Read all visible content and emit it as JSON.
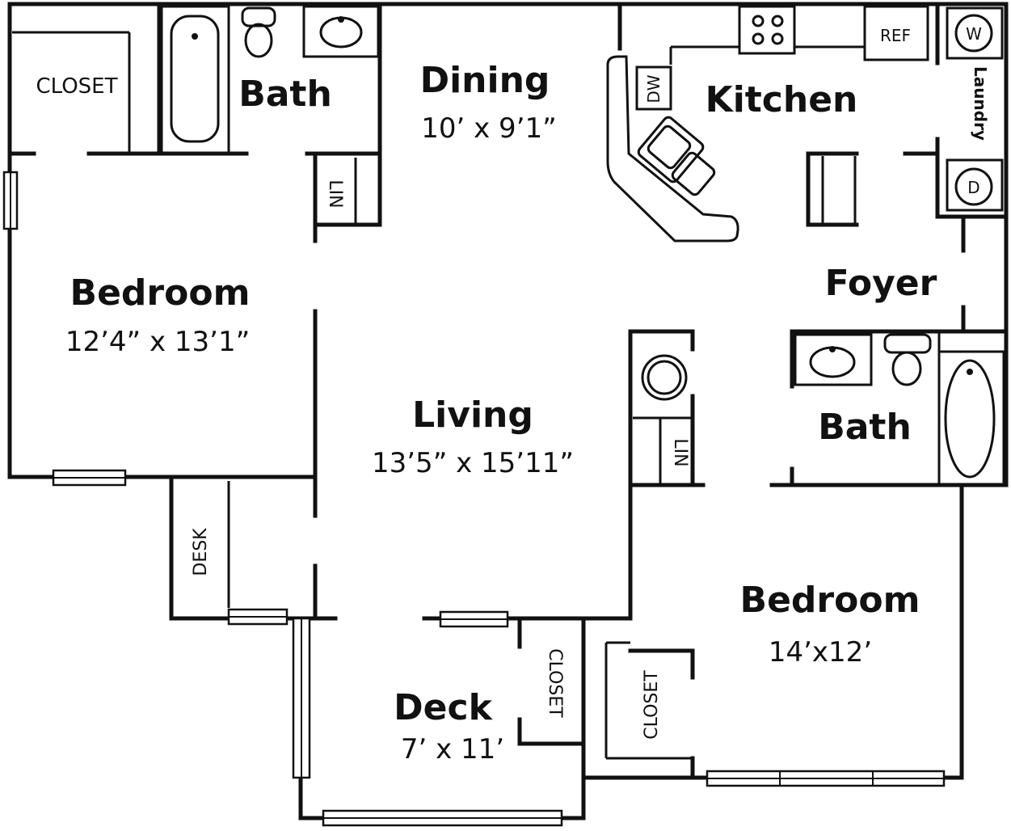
{
  "rooms": {
    "bedroom1": {
      "name": "Bedroom",
      "dims": "12’4” x 13’1”"
    },
    "dining": {
      "name": "Dining",
      "dims": "10’ x 9’1”"
    },
    "kitchen": {
      "name": "Kitchen"
    },
    "bath1": {
      "name": "Bath"
    },
    "foyer": {
      "name": "Foyer"
    },
    "living": {
      "name": "Living",
      "dims": "13’5” x 15’11”"
    },
    "bath2": {
      "name": "Bath"
    },
    "bedroom2": {
      "name": "Bedroom",
      "dims": "14’x12’"
    },
    "deck": {
      "name": "Deck",
      "dims": "7’ x 11’"
    }
  },
  "fixtures": {
    "closet_top": "CLOSET",
    "lin_top": "LIN",
    "dw": "DW",
    "ref": "REF",
    "laundry": "Laundry",
    "washer": "W",
    "dryer": "D",
    "lin_mid": "LIN",
    "desk": "DESK",
    "closet_deck": "CLOSET",
    "closet_bed2": "CLOSET"
  }
}
